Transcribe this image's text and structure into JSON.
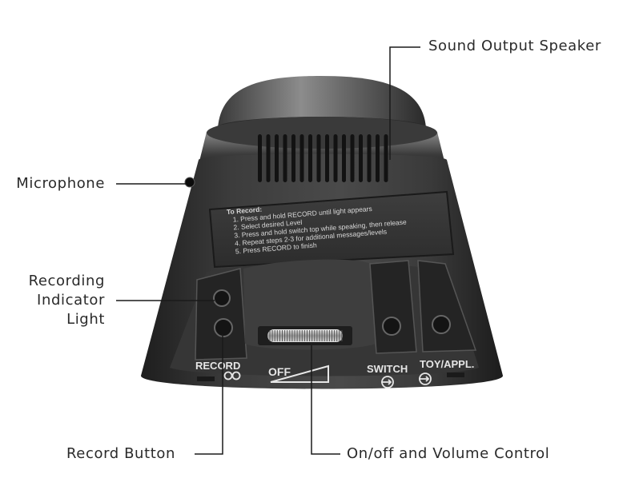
{
  "callouts": {
    "speaker": "Sound Output Speaker",
    "microphone": "Microphone",
    "indicator_line1": "Recording",
    "indicator_line2": "Indicator",
    "indicator_line3": "Light",
    "record_button": "Record Button",
    "volume": "On/off and Volume Control"
  },
  "device": {
    "instructions": {
      "heading": "To Record:",
      "steps": [
        "1. Press and hold RECORD until light appears",
        "2. Select desired Level",
        "3. Press and hold switch top while speaking, then release",
        "4. Repeat steps 2-3 for additional messages/levels",
        "5. Press RECORD to finish"
      ]
    },
    "labels": {
      "record": "RECORD",
      "off": "OFF",
      "switch": "SWITCH",
      "toy": "TOY/APPL."
    }
  },
  "colors": {
    "body_dark": "#2e2e2e",
    "body_mid": "#4a4a4a",
    "leader_line": "#1a1a1a",
    "label_text": "#e6e6e6"
  }
}
